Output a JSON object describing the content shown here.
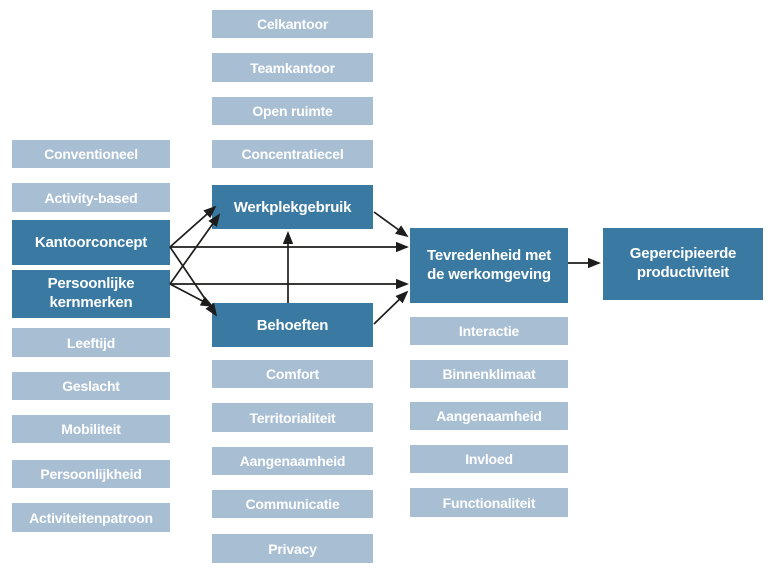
{
  "colors": {
    "background": "#ffffff",
    "box_dark": "#3a79a2",
    "box_light": "#a8bed3",
    "box_text": "#ffffff",
    "arrow": "#1d1d1b"
  },
  "nodes": {
    "conventioneel": {
      "label": "Conventioneel",
      "variant": "light"
    },
    "activity_based": {
      "label": "Activity-based",
      "variant": "light"
    },
    "kantoorconcept": {
      "label": "Kantoorconcept",
      "variant": "dark"
    },
    "persoonlijke_kernmerken": {
      "label": "Persoonlijke kernmerken",
      "variant": "dark"
    },
    "leeftijd": {
      "label": "Leeftijd",
      "variant": "light"
    },
    "geslacht": {
      "label": "Geslacht",
      "variant": "light"
    },
    "mobiliteit": {
      "label": "Mobiliteit",
      "variant": "light"
    },
    "persoonlijkheid": {
      "label": "Persoonlijkheid",
      "variant": "light"
    },
    "activiteitenpatroon": {
      "label": "Activiteitenpatroon",
      "variant": "light"
    },
    "celkantoor": {
      "label": "Celkantoor",
      "variant": "light"
    },
    "teamkantoor": {
      "label": "Teamkantoor",
      "variant": "light"
    },
    "open_ruimte": {
      "label": "Open ruimte",
      "variant": "light"
    },
    "concentratiecel": {
      "label": "Concentratiecel",
      "variant": "light"
    },
    "werkplekgebruik": {
      "label": "Werkplekgebruik",
      "variant": "dark"
    },
    "behoeften": {
      "label": "Behoeften",
      "variant": "dark"
    },
    "comfort": {
      "label": "Comfort",
      "variant": "light"
    },
    "territorialiteit": {
      "label": "Territorialiteit",
      "variant": "light"
    },
    "aangenaamheid_behoeften": {
      "label": "Aangenaamheid",
      "variant": "light"
    },
    "communicatie": {
      "label": "Communicatie",
      "variant": "light"
    },
    "privacy": {
      "label": "Privacy",
      "variant": "light"
    },
    "tevredenheid": {
      "label": "Tevredenheid met de werkomgeving",
      "variant": "dark"
    },
    "interactie": {
      "label": "Interactie",
      "variant": "light"
    },
    "binnenklimaat": {
      "label": "Binnenklimaat",
      "variant": "light"
    },
    "aangenaamheid_tevredenheid": {
      "label": "Aangenaamheid",
      "variant": "light"
    },
    "invloed": {
      "label": "Invloed",
      "variant": "light"
    },
    "functionaliteit": {
      "label": "Functionaliteit",
      "variant": "light"
    },
    "gepercipieerde_productiviteit": {
      "label": "Gepercipieerde productiviteit",
      "variant": "dark"
    }
  },
  "edges": [
    {
      "from": "Kantoorconcept",
      "to": "Werkplekgebruik"
    },
    {
      "from": "Kantoorconcept",
      "to": "Tevredenheid met de werkomgeving"
    },
    {
      "from": "Kantoorconcept",
      "to": "Behoeften"
    },
    {
      "from": "Persoonlijke kernmerken",
      "to": "Werkplekgebruik"
    },
    {
      "from": "Persoonlijke kernmerken",
      "to": "Tevredenheid met de werkomgeving"
    },
    {
      "from": "Persoonlijke kernmerken",
      "to": "Behoeften"
    },
    {
      "from": "Behoeften",
      "to": "Werkplekgebruik"
    },
    {
      "from": "Werkplekgebruik",
      "to": "Tevredenheid met de werkomgeving"
    },
    {
      "from": "Behoeften",
      "to": "Tevredenheid met de werkomgeving"
    },
    {
      "from": "Tevredenheid met de werkomgeving",
      "to": "Gepercipieerde productiviteit"
    }
  ]
}
